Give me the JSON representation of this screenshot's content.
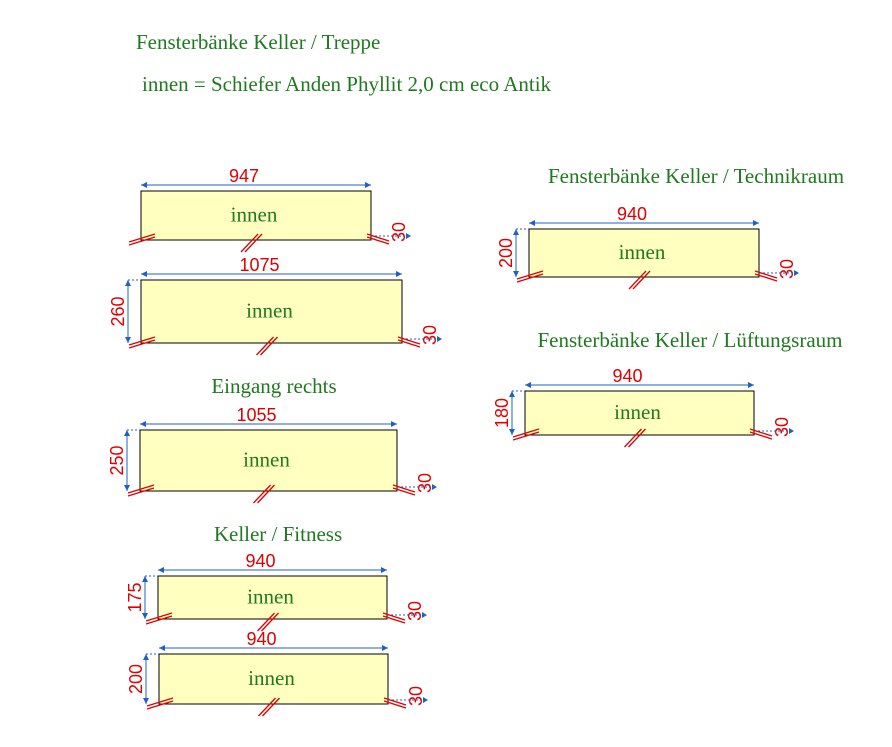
{
  "title": "Fensterbänke Keller / Treppe",
  "material": "innen = Schiefer Anden Phyllit 2,0 cm eco Antik",
  "groups": {
    "eingang": "Eingang rechts",
    "fitness": "Keller / Fitness",
    "technik": "Fensterbänke Keller / Technikraum",
    "lueftung": "Fensterbänke Keller / Lüftungsraum"
  },
  "pieces": [
    {
      "id": "p1",
      "label": "innen",
      "width": "947",
      "depth": "",
      "thickness": "30"
    },
    {
      "id": "p2",
      "label": "innen",
      "width": "1075",
      "depth": "260",
      "thickness": "30"
    },
    {
      "id": "p3",
      "label": "innen",
      "width": "1055",
      "depth": "250",
      "thickness": "30"
    },
    {
      "id": "p4",
      "label": "innen",
      "width": "940",
      "depth": "175",
      "thickness": "30"
    },
    {
      "id": "p5",
      "label": "innen",
      "width": "940",
      "depth": "200",
      "thickness": "30"
    },
    {
      "id": "p6",
      "label": "innen",
      "width": "940",
      "depth": "200",
      "thickness": "30"
    },
    {
      "id": "p7",
      "label": "innen",
      "width": "940",
      "depth": "180",
      "thickness": "30"
    }
  ],
  "colors": {
    "panel_fill": "#ffffc0",
    "heading_text": "#1f7a1f",
    "dimension_text": "#e00000",
    "dimension_line": "#2060c0",
    "wall_hatch": "#e00000"
  }
}
